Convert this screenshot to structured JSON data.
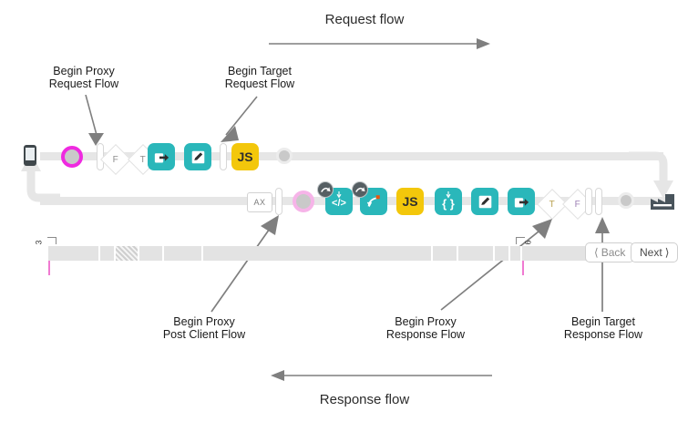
{
  "diagram": {
    "title_top": "Request flow",
    "title_bottom": "Response flow",
    "annotations": [
      {
        "id": "begin-proxy-request-flow",
        "line1": "Begin Proxy",
        "line2": "Request Flow"
      },
      {
        "id": "begin-target-request-flow",
        "line1": "Begin Target",
        "line2": "Request Flow"
      },
      {
        "id": "begin-proxy-post-client-flow",
        "line1": "Begin Proxy",
        "line2": "Post Client Flow"
      },
      {
        "id": "begin-proxy-response-flow",
        "line1": "Begin Proxy",
        "line2": "Response Flow"
      },
      {
        "id": "begin-target-response-flow",
        "line1": "Begin Target",
        "line2": "Response Flow"
      }
    ],
    "colors": {
      "teal": "#2ab7ba",
      "gold": "#f3c70b",
      "rail": "#e6e6e6",
      "magenta": "#ef2ae0",
      "magenta_pale": "#f6b4e8",
      "arrow_gray": "#7f7f7f",
      "factory": "#49545c"
    },
    "request_row": {
      "endpoint_icon": "mobile-phone-icon",
      "nodes": [
        {
          "type": "ring",
          "name": "breakpoint-marker-active",
          "label": ""
        },
        {
          "type": "vbar",
          "name": "flow-divider",
          "label": ""
        },
        {
          "type": "diamond",
          "name": "condition-false",
          "label": "F"
        },
        {
          "type": "diamond",
          "name": "condition-true",
          "label": "T"
        },
        {
          "type": "chip-teal",
          "name": "policy-service-callout",
          "label": ""
        },
        {
          "type": "chip-teal",
          "name": "policy-assign-message",
          "label": ""
        },
        {
          "type": "vbar",
          "name": "flow-divider",
          "label": ""
        },
        {
          "type": "chip-gold",
          "name": "policy-javascript",
          "label": "JS"
        },
        {
          "type": "dot",
          "name": "flow-endpoint-dot",
          "label": ""
        }
      ]
    },
    "response_row": {
      "target_icon": "factory-icon",
      "nodes": [
        {
          "type": "axbox",
          "name": "policy-ax-analytics",
          "label": "AX"
        },
        {
          "type": "vbar",
          "name": "flow-divider",
          "label": ""
        },
        {
          "type": "ring-pale",
          "name": "breakpoint-marker-inactive",
          "label": ""
        },
        {
          "type": "chip-teal-badge",
          "name": "policy-xml-to-json",
          "label": "</>"
        },
        {
          "type": "chip-teal-badge",
          "name": "policy-raise-fault",
          "label": ""
        },
        {
          "type": "chip-gold",
          "name": "policy-javascript",
          "label": "JS"
        },
        {
          "type": "chip-teal",
          "name": "policy-json-threat-protection",
          "label": "{ }"
        },
        {
          "type": "chip-teal",
          "name": "policy-assign-message",
          "label": ""
        },
        {
          "type": "chip-teal",
          "name": "policy-service-callout",
          "label": ""
        },
        {
          "type": "diamond",
          "name": "condition-true",
          "label": "T"
        },
        {
          "type": "diamond",
          "name": "condition-false",
          "label": "F"
        },
        {
          "type": "vbar",
          "name": "flow-divider",
          "label": ""
        },
        {
          "type": "vbar",
          "name": "flow-divider",
          "label": ""
        },
        {
          "type": "dot",
          "name": "flow-endpoint-dot",
          "label": ""
        }
      ]
    },
    "timeline": {
      "left_marker_label": "3",
      "right_marker_label": "6",
      "back_label": "Back",
      "next_label": "Next"
    }
  }
}
